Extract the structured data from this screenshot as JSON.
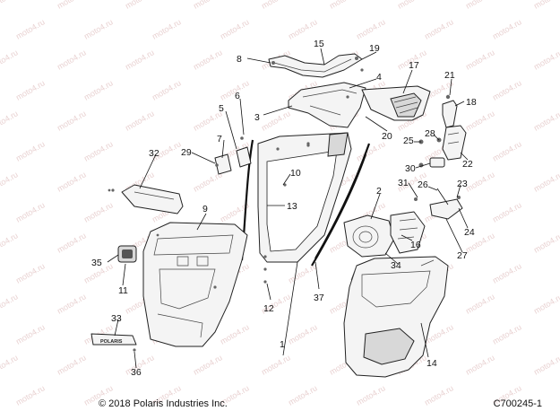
{
  "watermark": "moto4.ru",
  "callouts": [
    "1",
    "2",
    "3",
    "4",
    "5",
    "6",
    "7",
    "8",
    "9",
    "10",
    "11",
    "12",
    "13",
    "14",
    "15",
    "16",
    "17",
    "18",
    "19",
    "20",
    "21",
    "22",
    "23",
    "24",
    "25",
    "26",
    "27",
    "28",
    "29",
    "30",
    "31",
    "32",
    "33",
    "34",
    "35",
    "36",
    "37"
  ],
  "decal_text": "POLARIS",
  "footer": {
    "copyright": "© 2018 Polaris Industries Inc.",
    "diagram_code": "C700245-1"
  }
}
